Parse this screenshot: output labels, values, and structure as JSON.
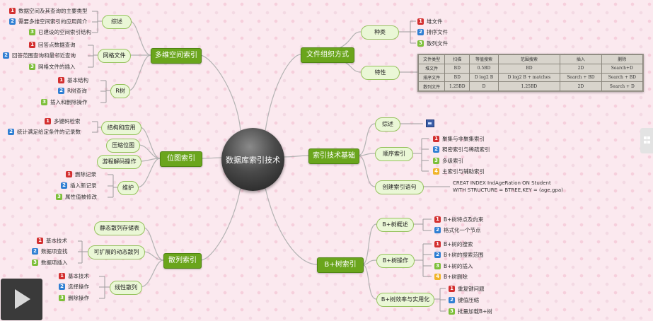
{
  "center": "数据库索引技术",
  "branches": {
    "multi": {
      "label": "多维空间索引",
      "overview": {
        "label": "综述",
        "items": [
          "数据空间及其查询的主要类型",
          "需要多维空间索引的应用简介",
          "已建设的空间索引结构"
        ]
      },
      "grid": {
        "label": "网格文件",
        "items": [
          "回答点数据查询",
          "回答范围查询和最邻近查询",
          "网格文件的插入"
        ]
      },
      "rtree": {
        "label": "R树",
        "items": [
          "基本结构",
          "R树查询",
          "插入和删除操作"
        ]
      }
    },
    "bitmap": {
      "label": "位图索引",
      "structure": {
        "label": "结构和应用",
        "items": [
          "多键码检索",
          "统计满足给定条件的记录数"
        ]
      },
      "compress": {
        "label": "压缩位图"
      },
      "runlength": {
        "label": "游程解码操作"
      },
      "maintain": {
        "label": "维护",
        "items": [
          "删除记录",
          "插入新记录",
          "属性值被修改"
        ]
      }
    },
    "hash": {
      "label": "散列索引",
      "static": {
        "label": "静态散列存储表"
      },
      "dynamic": {
        "label": "可扩展的动态散列",
        "items": [
          "基本技术",
          "数据项查找",
          "数据项插入"
        ]
      },
      "linear": {
        "label": "线性散列",
        "items": [
          "基本技术",
          "选择操作",
          "删除操作"
        ]
      }
    },
    "fileorg": {
      "label": "文件组织方式",
      "kinds": {
        "label": "种类",
        "items": [
          "堆文件",
          "排序文件",
          "散列文件"
        ]
      },
      "features": {
        "label": "特性"
      },
      "table": {
        "header": [
          "文件类型",
          "扫描",
          "等值搜索",
          "范围搜索",
          "插入",
          "删除"
        ],
        "rows": [
          [
            "堆文件",
            "BD",
            "0.5BD",
            "BD",
            "2D",
            "Search+D"
          ],
          [
            "排序文件",
            "BD",
            "D log2 B",
            "D log2 B + matches",
            "Search + BD",
            "Search + BD"
          ],
          [
            "散列文件",
            "1.25BD",
            "D",
            "1.25BD",
            "2D",
            "Search + D"
          ]
        ]
      }
    },
    "basics": {
      "label": "索引技术基础",
      "overview": {
        "label": "综述"
      },
      "order": {
        "label": "顺序索引",
        "items": [
          "聚集与非聚集索引",
          "稠密索引与稀疏索引",
          "多级索引",
          "主索引与辅助索引"
        ]
      },
      "stmt": {
        "label": "创建索引语句",
        "code": "CREAT INDEX IndAgeRation ON Student\nWITH STRUCTURE = BTREE,KEY = (age,gpa)"
      }
    },
    "bplus": {
      "label": "B+树索引",
      "overview": {
        "label": "B+树概述",
        "items": [
          "B+树特点及约束",
          "格式化一个节点"
        ]
      },
      "ops": {
        "label": "B+树操作",
        "items": [
          "B+树的搜索",
          "B+树的搜索范围",
          "B+树的插入",
          "B+树删除"
        ]
      },
      "eff": {
        "label": "B+树效率与实用化",
        "items": [
          "重复键问题",
          "键值压缩",
          "批量加载B+树"
        ]
      }
    }
  },
  "badges": [
    "1",
    "2",
    "3",
    "4"
  ],
  "colors": {
    "main": "#6aa51c",
    "sub_fill": "#eaf7d6",
    "line": "#b9b9b9",
    "badge1": "#d32f2f",
    "badge2": "#2f7fd3",
    "badge3": "#7dbf3a"
  },
  "icons": {
    "play": "play-icon",
    "picture": "picture-icon",
    "grid": "grid-icon"
  }
}
